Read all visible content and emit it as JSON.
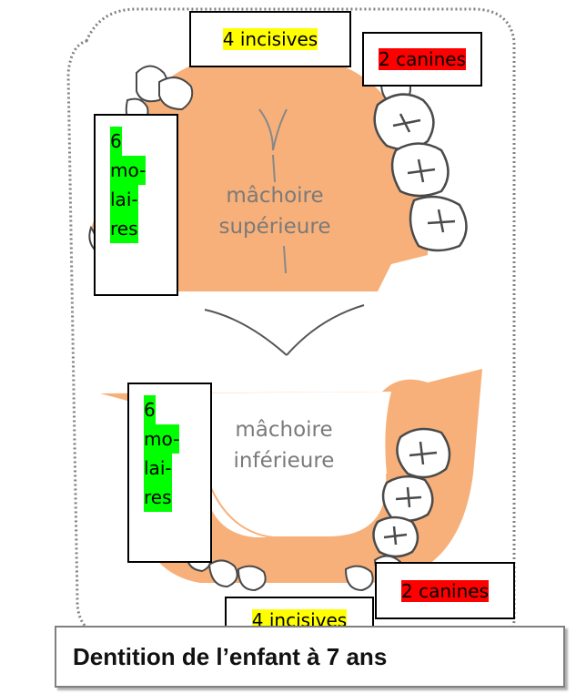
{
  "colors": {
    "gum": "#f7b07a",
    "tooth_outline": "#4a4a4a",
    "tooth_fill": "#ffffff",
    "highlight_yellow": "#ffff00",
    "highlight_red": "#ff0000",
    "highlight_green": "#00ff00",
    "frame_dotted": "#808080"
  },
  "upper_jaw": {
    "label_lines": [
      "mâchoire",
      "supérieure"
    ],
    "incisors_label": "4 incisives",
    "canines_label": "2 canines",
    "molars_label_lines": [
      "6",
      "mo-",
      "lai-",
      "res"
    ]
  },
  "lower_jaw": {
    "label_lines": [
      "mâchoire",
      "inférieure"
    ],
    "incisors_label": "4 incisives",
    "canines_label": "2 canines",
    "molars_label_lines": [
      "6",
      "mo-",
      "lai-",
      "res"
    ]
  },
  "caption": "Dentition de l’enfant à 7 ans"
}
